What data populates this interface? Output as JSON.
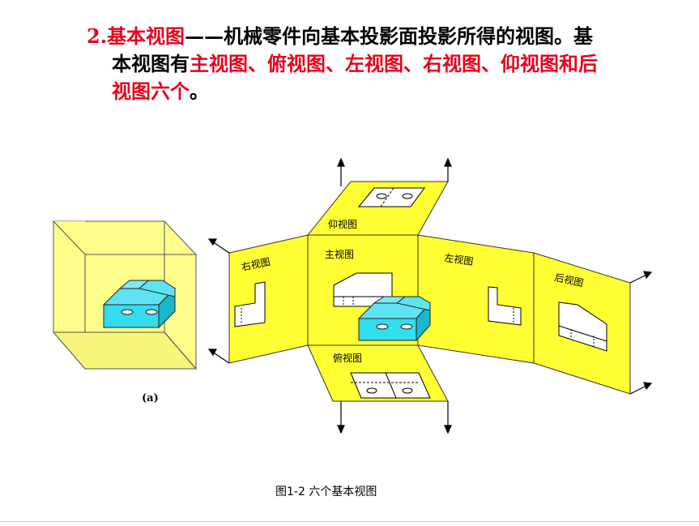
{
  "heading": {
    "number": "2.",
    "term": "基本视图",
    "dash": "——",
    "definition": "机械零件向基本投影面投影所得的视图。基",
    "line2_prefix": "本视图有",
    "line2_views": "主视图、俯视图、左视图、右视图、仰视图和后",
    "line3_views": "视图六个",
    "line3_end": "。"
  },
  "figure": {
    "sublabel": "(a)",
    "caption": "图1-2   六个基本视图",
    "view_labels": {
      "bottom_up": "仰视图",
      "front": "主视图",
      "right": "右视图",
      "left": "左视图",
      "back": "后视图",
      "top": "俯视图"
    }
  },
  "colors": {
    "panel_yellow": "#ffff33",
    "box_yellow": "#fdfd8a",
    "part_cyan": "#33ddee",
    "heading_red": "#e8001c"
  }
}
